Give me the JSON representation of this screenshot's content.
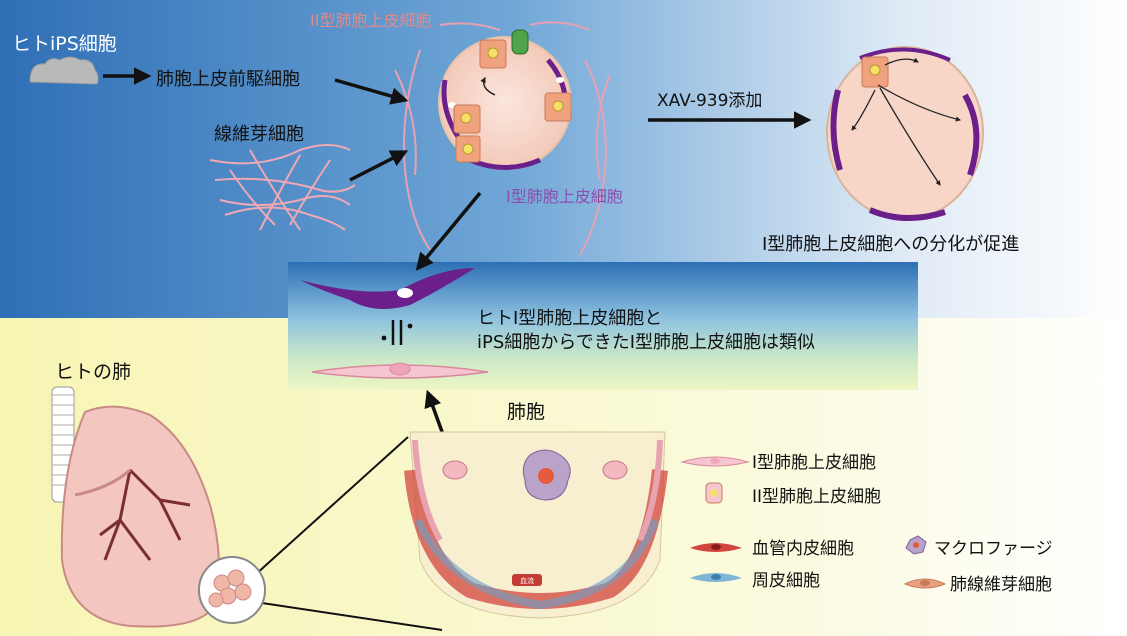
{
  "labels": {
    "human_ips": "ヒトiPS細胞",
    "progenitor": "肺胞上皮前駆細胞",
    "fibroblast": "線維芽細胞",
    "type2_top": "II型肺胞上皮細胞",
    "type1_mid": "I型肺胞上皮細胞",
    "xav": "XAV-939添加",
    "promote": "I型肺胞上皮細胞への分化が促進",
    "similar_line1": "ヒトI型肺胞上皮細胞と",
    "similar_line2": "iPS細胞からできたI型肺胞上皮細胞は類似",
    "human_lung": "ヒトの肺",
    "alveolus": "肺胞",
    "capillary": "血流"
  },
  "legend": {
    "type1": "I型肺胞上皮細胞",
    "type2": "II型肺胞上皮細胞",
    "endothelial": "血管内皮細胞",
    "macrophage": "マクロファージ",
    "pericyte": "周皮細胞",
    "lung_fibroblast": "肺線維芽細胞"
  },
  "colors": {
    "blue": "#3a7fc2",
    "yellow": "#f6f4b4",
    "purple": "#6b1f8a",
    "pink_cell": "#f3c4c8",
    "salmon": "#e9a07f",
    "label_pink": "#e08a8a",
    "label_purple": "#8a4fb0"
  }
}
